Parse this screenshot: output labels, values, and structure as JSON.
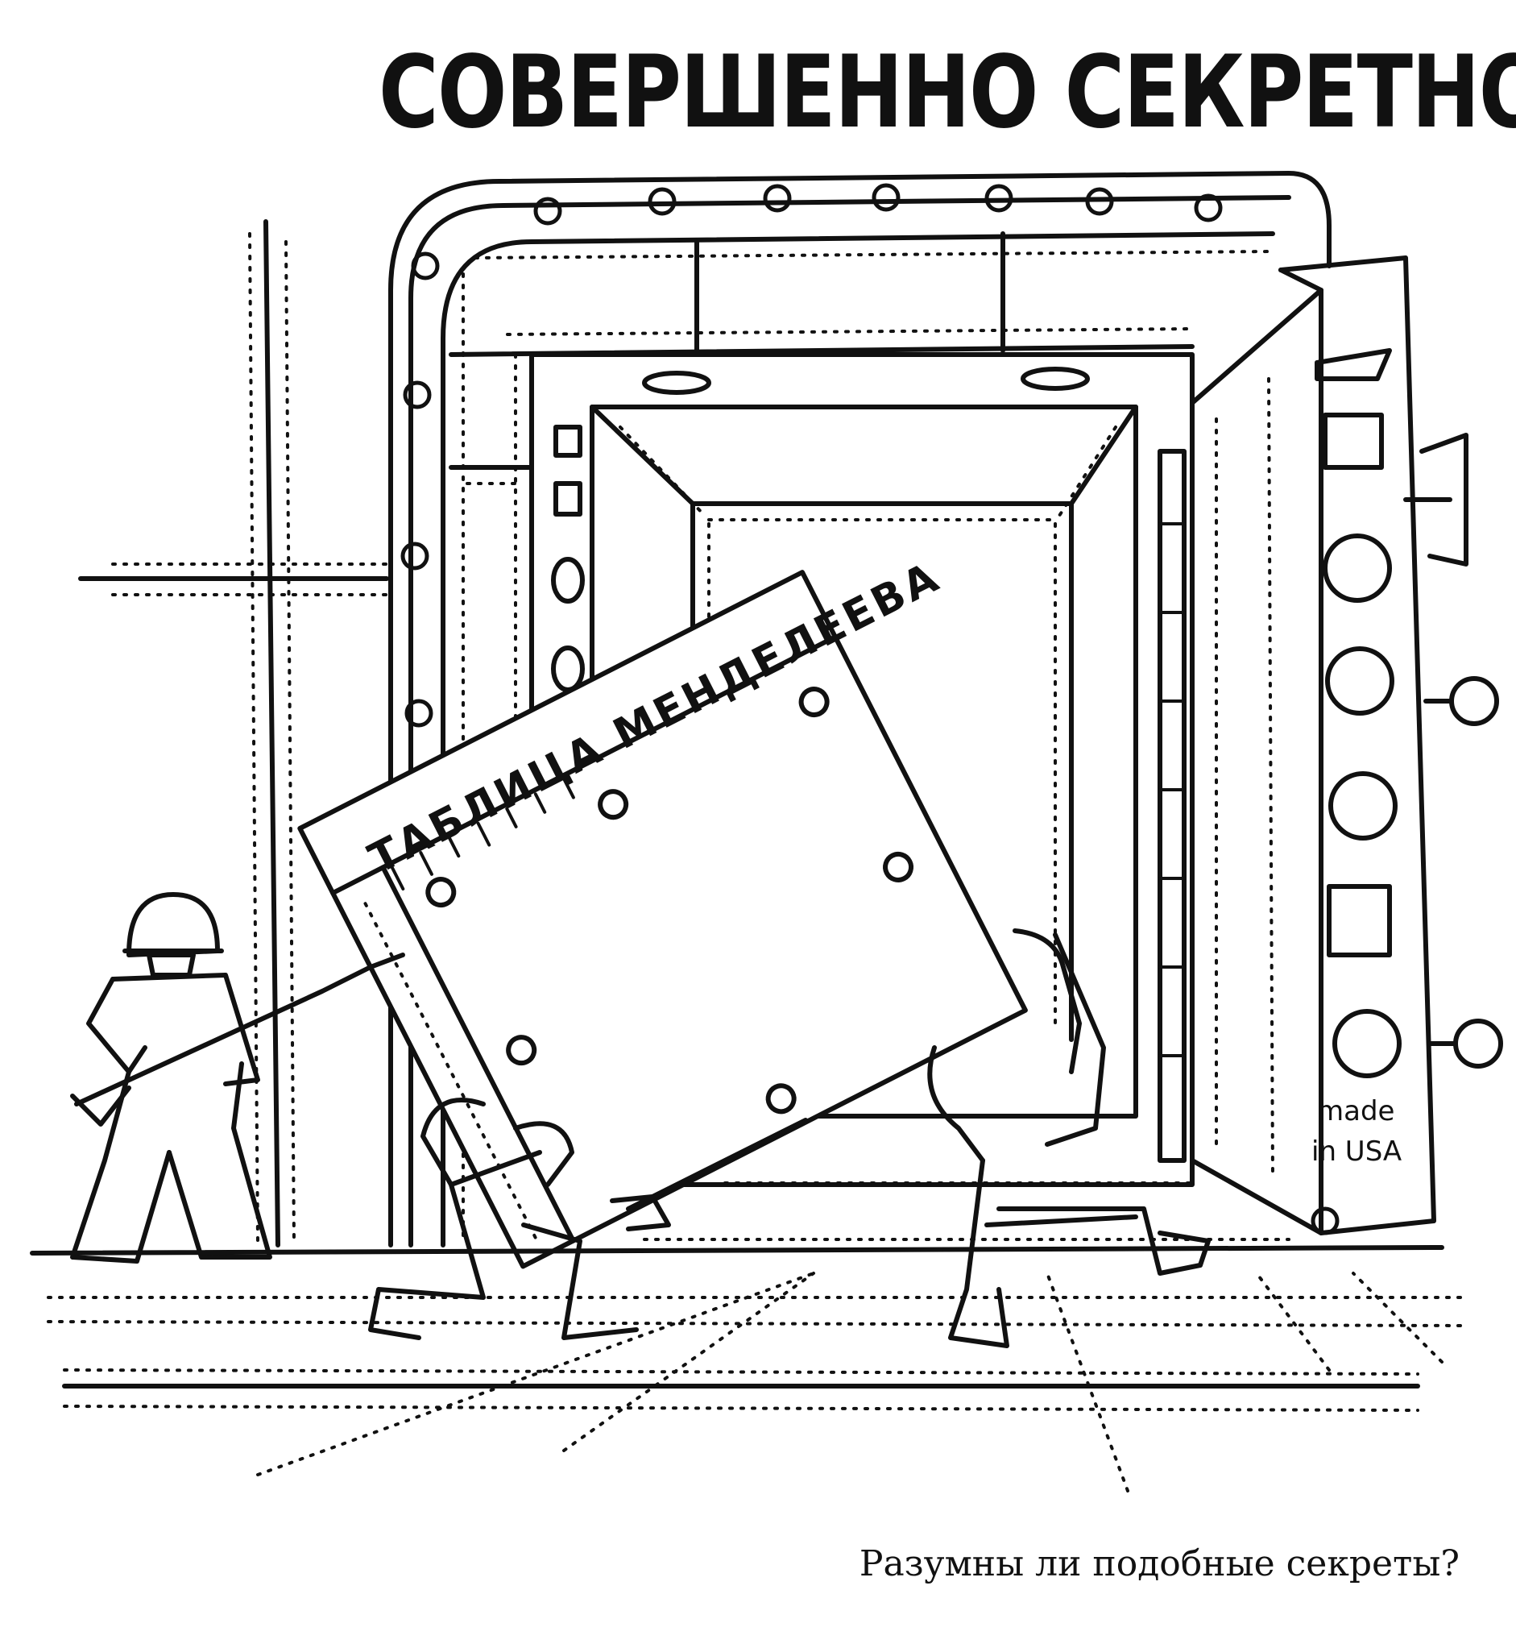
{
  "title": "СОВЕРШЕННО СЕКРЕТНО",
  "board_label": "ТАБЛИЦА МЕНДЕЛЕЕВА",
  "door_stamp": {
    "line1": "made",
    "line2": "in USA"
  },
  "caption": "Разумны ли подобные секреты?"
}
